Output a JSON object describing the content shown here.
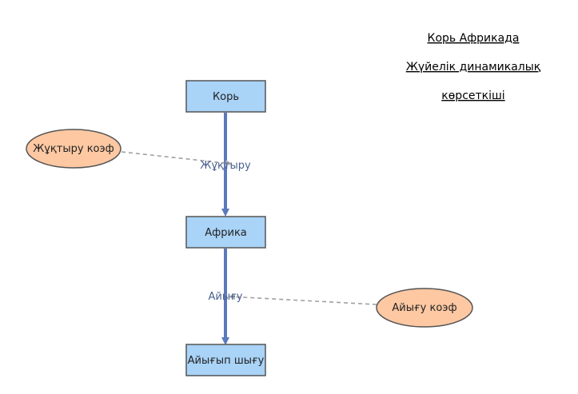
{
  "title": {
    "line1": "Корь Африкада",
    "line2": "Жүйелік динамикалық",
    "line3": "көрсеткіші"
  },
  "stocks": {
    "top": "Корь",
    "middle": "Африка",
    "bottom": "Айығып шығу"
  },
  "flows": {
    "infection": "Жұқтыру",
    "recovery": "Айығу"
  },
  "parameters": {
    "infection_coef": "Жұқтыру коэф",
    "recovery_coef": "Айығу коэф"
  },
  "colors": {
    "stock_fill": "#a9d3f7",
    "stock_stroke": "#555555",
    "flow_arrow": "#5b79bd",
    "param_fill": "#fdc8a2",
    "param_stroke": "#555555",
    "link_dashed": "#a0a0a0"
  }
}
